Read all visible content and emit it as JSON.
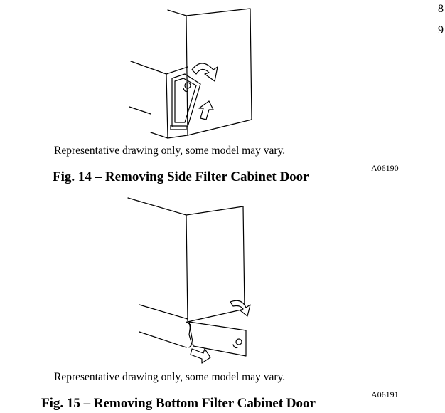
{
  "page_numbers": [
    "8",
    "9"
  ],
  "figures": [
    {
      "caption_note": "Representative drawing only, some model may vary.",
      "drawing_code": "A06190",
      "title": "Fig. 14 – Removing Side Filter Cabinet Door",
      "drawing": "side-filter-cabinet-door"
    },
    {
      "caption_note": "Representative drawing only, some model may vary.",
      "drawing_code": "A06191",
      "title": "Fig. 15 – Removing Bottom Filter Cabinet Door",
      "drawing": "bottom-filter-cabinet-door"
    }
  ]
}
